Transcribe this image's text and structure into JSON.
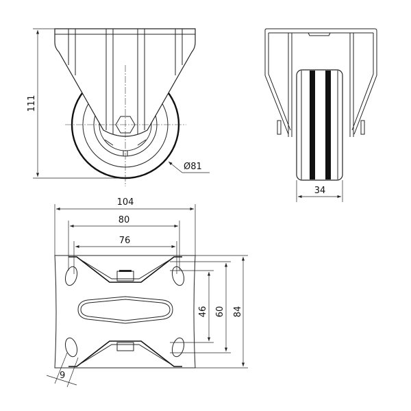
{
  "title": "Fixed castor technical drawing",
  "dimensions": {
    "height": "111",
    "wheel_diameter": "Ø81",
    "wheel_width": "34",
    "plate_width": "104",
    "hole_spacing_outer": "80",
    "hole_spacing_inner": "76",
    "plate_depth": "84",
    "hole_depth_outer": "60",
    "hole_depth_inner": "46",
    "slot_width": "9"
  }
}
